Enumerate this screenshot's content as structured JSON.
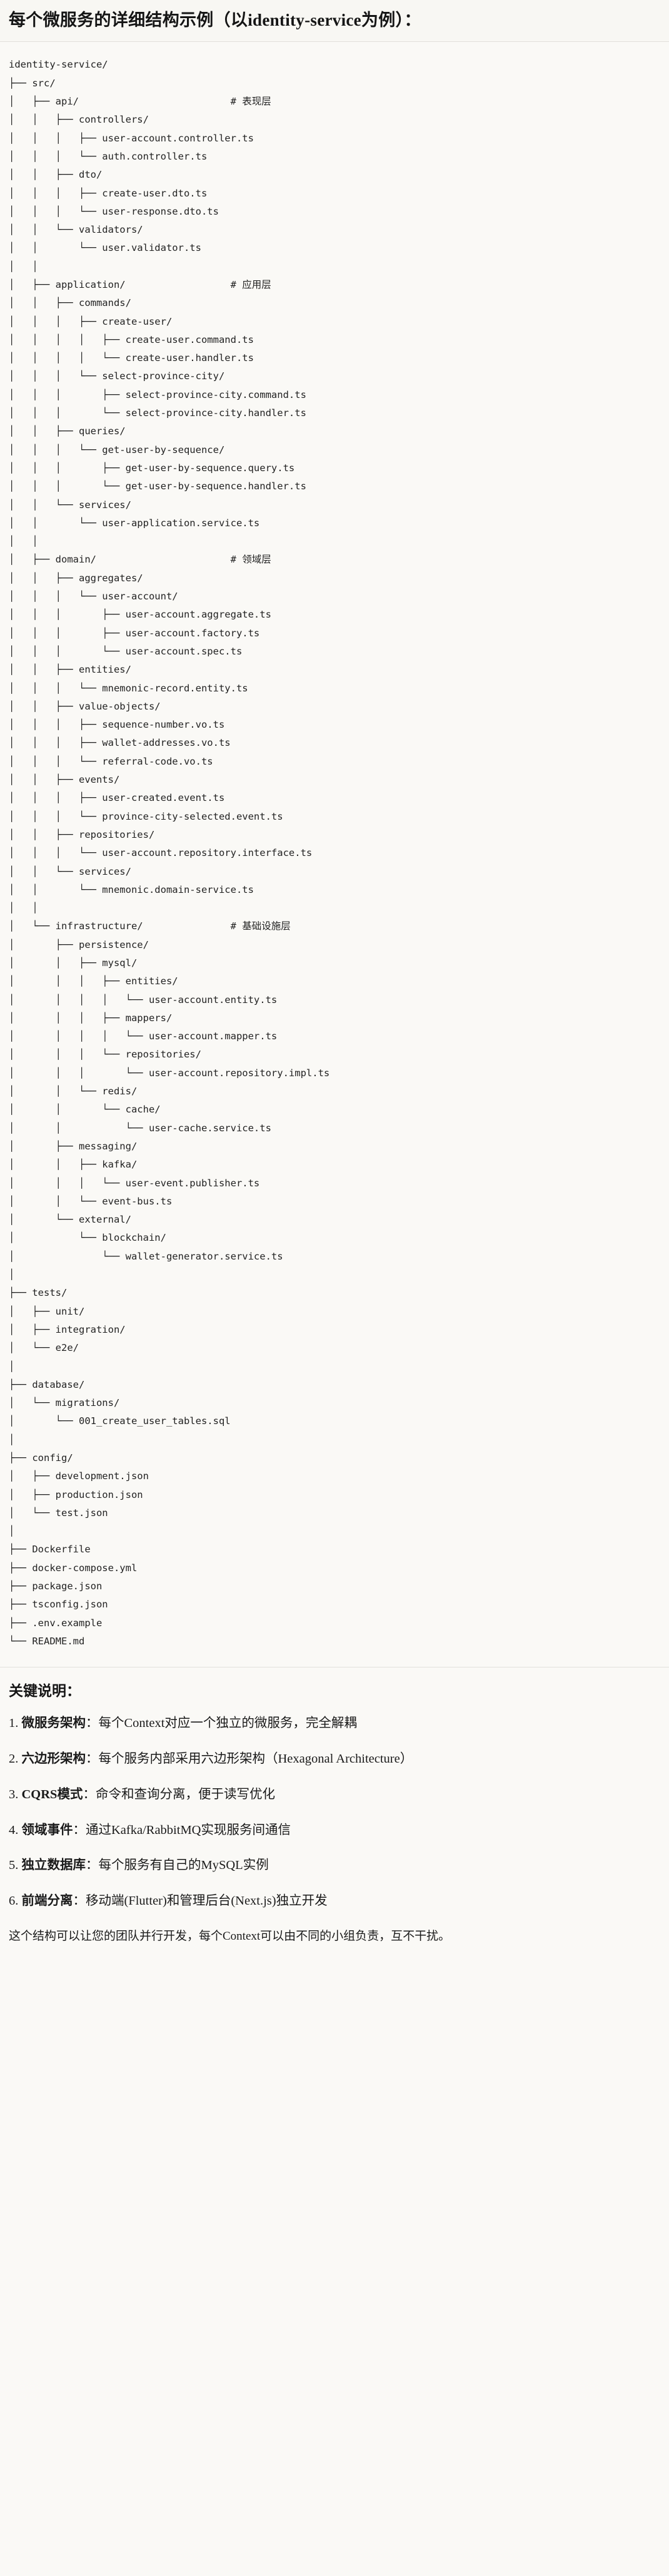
{
  "title": "每个微服务的详细结构示例（以identity-service为例）：",
  "tree": {
    "lines": [
      "identity-service/",
      "├── src/",
      "│   ├── api/                          # 表现层",
      "│   │   ├── controllers/",
      "│   │   │   ├── user-account.controller.ts",
      "│   │   │   └── auth.controller.ts",
      "│   │   ├── dto/",
      "│   │   │   ├── create-user.dto.ts",
      "│   │   │   └── user-response.dto.ts",
      "│   │   └── validators/",
      "│   │       └── user.validator.ts",
      "│   │",
      "│   ├── application/                  # 应用层",
      "│   │   ├── commands/",
      "│   │   │   ├── create-user/",
      "│   │   │   │   ├── create-user.command.ts",
      "│   │   │   │   └── create-user.handler.ts",
      "│   │   │   └── select-province-city/",
      "│   │   │       ├── select-province-city.command.ts",
      "│   │   │       └── select-province-city.handler.ts",
      "│   │   ├── queries/",
      "│   │   │   └── get-user-by-sequence/",
      "│   │   │       ├── get-user-by-sequence.query.ts",
      "│   │   │       └── get-user-by-sequence.handler.ts",
      "│   │   └── services/",
      "│   │       └── user-application.service.ts",
      "│   │",
      "│   ├── domain/                       # 领域层",
      "│   │   ├── aggregates/",
      "│   │   │   └── user-account/",
      "│   │   │       ├── user-account.aggregate.ts",
      "│   │   │       ├── user-account.factory.ts",
      "│   │   │       └── user-account.spec.ts",
      "│   │   ├── entities/",
      "│   │   │   └── mnemonic-record.entity.ts",
      "│   │   ├── value-objects/",
      "│   │   │   ├── sequence-number.vo.ts",
      "│   │   │   ├── wallet-addresses.vo.ts",
      "│   │   │   └── referral-code.vo.ts",
      "│   │   ├── events/",
      "│   │   │   ├── user-created.event.ts",
      "│   │   │   └── province-city-selected.event.ts",
      "│   │   ├── repositories/",
      "│   │   │   └── user-account.repository.interface.ts",
      "│   │   └── services/",
      "│   │       └── mnemonic.domain-service.ts",
      "│   │",
      "│   └── infrastructure/               # 基础设施层",
      "│       ├── persistence/",
      "│       │   ├── mysql/",
      "│       │   │   ├── entities/",
      "│       │   │   │   └── user-account.entity.ts",
      "│       │   │   ├── mappers/",
      "│       │   │   │   └── user-account.mapper.ts",
      "│       │   │   └── repositories/",
      "│       │   │       └── user-account.repository.impl.ts",
      "│       │   └── redis/",
      "│       │       └── cache/",
      "│       │           └── user-cache.service.ts",
      "│       ├── messaging/",
      "│       │   ├── kafka/",
      "│       │   │   └── user-event.publisher.ts",
      "│       │   └── event-bus.ts",
      "│       └── external/",
      "│           └── blockchain/",
      "│               └── wallet-generator.service.ts",
      "│",
      "├── tests/",
      "│   ├── unit/",
      "│   ├── integration/",
      "│   └── e2e/",
      "│",
      "├── database/",
      "│   └── migrations/",
      "│       └── 001_create_user_tables.sql",
      "│",
      "├── config/",
      "│   ├── development.json",
      "│   ├── production.json",
      "│   └── test.json",
      "│",
      "├── Dockerfile",
      "├── docker-compose.yml",
      "├── package.json",
      "├── tsconfig.json",
      "├── .env.example",
      "└── README.md"
    ],
    "comments": [
      "# 表现层",
      "# 应用层",
      "# 领域层",
      "# 基础设施层"
    ]
  },
  "notes": {
    "heading": "关键说明：",
    "items": [
      {
        "num": "1.",
        "term": "微服务架构",
        "sep": "：",
        "desc": "每个Context对应一个独立的微服务，完全解耦"
      },
      {
        "num": "2.",
        "term": "六边形架构",
        "sep": "：",
        "desc": "每个服务内部采用六边形架构（Hexagonal Architecture）"
      },
      {
        "num": "3.",
        "term": "CQRS模式",
        "sep": "：",
        "desc": "命令和查询分离，便于读写优化"
      },
      {
        "num": "4.",
        "term": "领域事件",
        "sep": "：",
        "desc": "通过Kafka/RabbitMQ实现服务间通信"
      },
      {
        "num": "5.",
        "term": "独立数据库",
        "sep": "：",
        "desc": "每个服务有自己的MySQL实例"
      },
      {
        "num": "6.",
        "term": "前端分离",
        "sep": "：",
        "desc": "移动端(Flutter)和管理后台(Next.js)独立开发"
      }
    ],
    "closing": "这个结构可以让您的团队并行开发，每个Context可以由不同的小组负责，互不干扰。"
  }
}
